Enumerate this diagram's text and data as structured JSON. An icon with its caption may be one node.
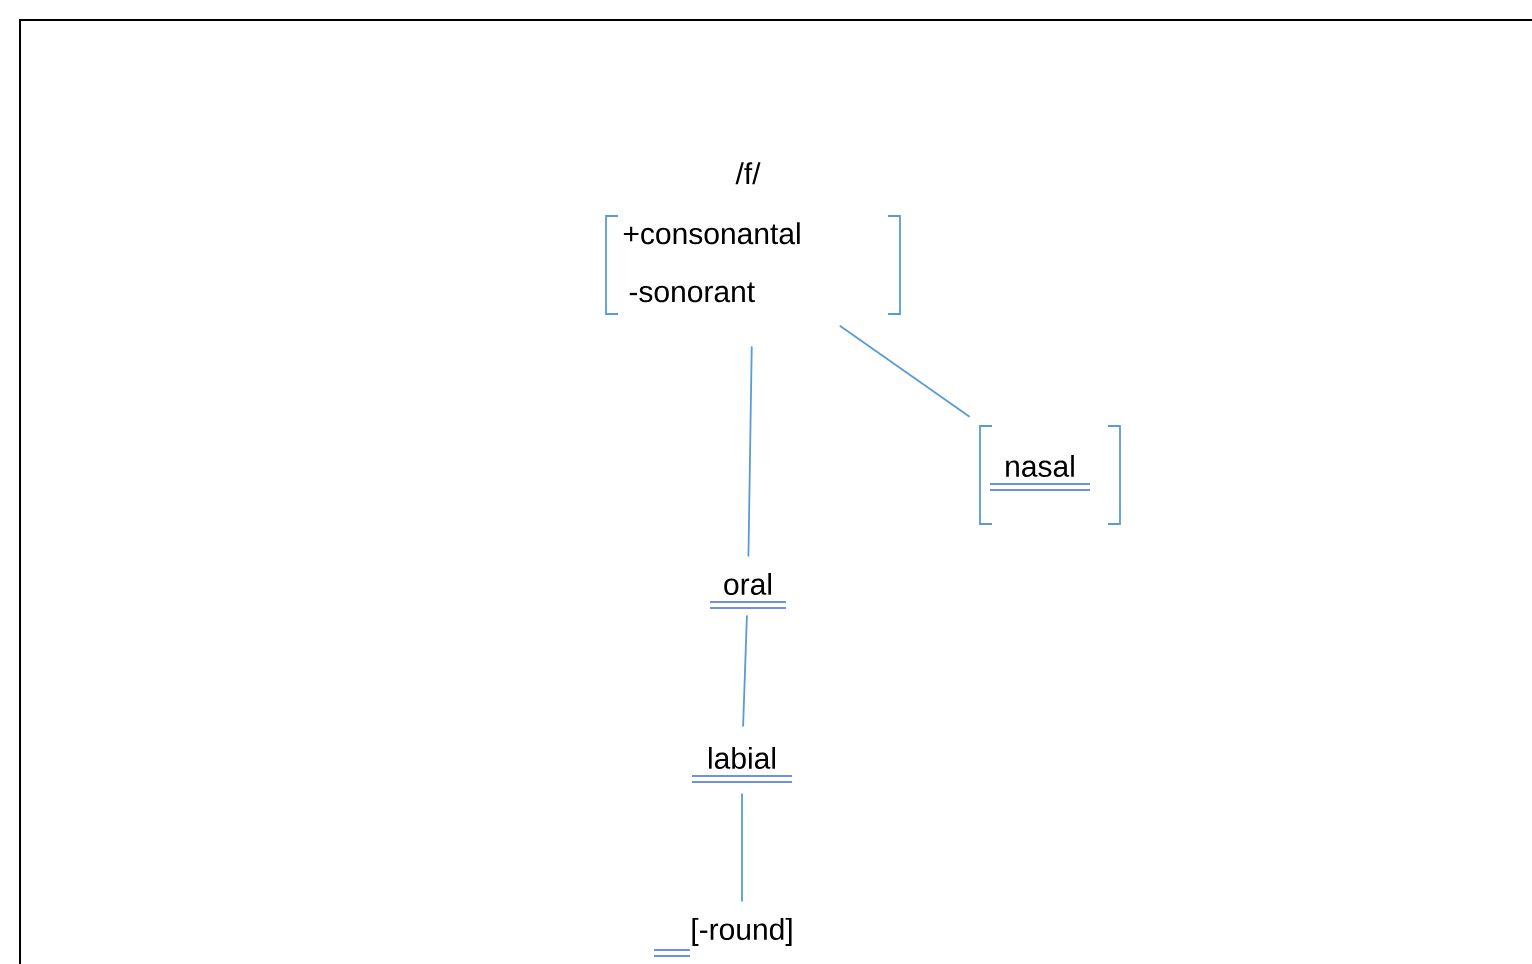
{
  "diagram": {
    "nodes": [
      {
        "text": [
          "/f/",
          "+consonantal",
          "-sonorant"
        ]
      },
      {
        "text": [
          "nasal"
        ]
      },
      {
        "text": [
          "oral"
        ]
      },
      {
        "text": [
          "labial"
        ]
      },
      {
        "text": [
          "[-round]"
        ]
      }
    ],
    "edges": [
      {
        "from": 0,
        "to": 2,
        "arrow": "none"
      },
      {
        "from": 0,
        "to": 1,
        "arrow": "none"
      },
      {
        "from": 2,
        "to": 3,
        "arrow": "none"
      },
      {
        "from": 3,
        "to": 4,
        "arrow": "none"
      }
    ]
  }
}
